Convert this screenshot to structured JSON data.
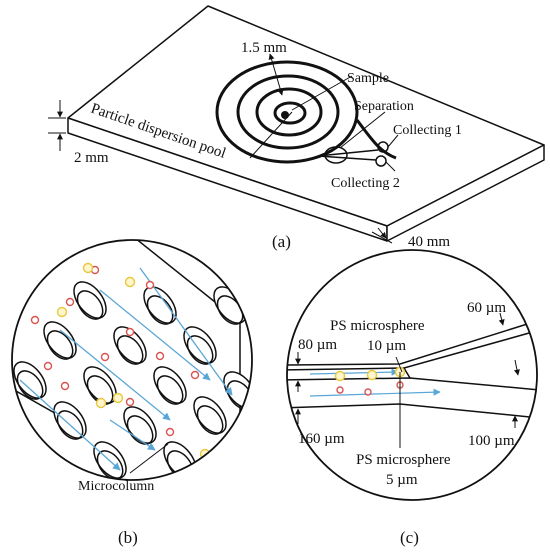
{
  "panel_a": {
    "label": "(a)",
    "dim_spiral_gap": "1.5 mm",
    "sample": "Sample",
    "separation": "Separation",
    "particle_pool": "Particle dispersion pool",
    "collecting_1": "Collecting 1",
    "collecting_2": "Collecting 2",
    "thickness": "2 mm",
    "width": "40 mm"
  },
  "panel_b": {
    "label": "(b)",
    "microcolumn": "Microcolumn"
  },
  "panel_c": {
    "label": "(c)",
    "ps_large": "PS microsphere",
    "ps_large_size": "10 µm",
    "ps_small": "PS microsphere",
    "ps_small_size": "5 µm",
    "w_60": "60 µm",
    "w_80": "80 µm",
    "w_160": "160 µm",
    "w_100": "100 µm"
  },
  "colors": {
    "line": "#111111",
    "flow_arrow": "#5aa6d6",
    "particle_small": "#d9534f",
    "particle_large": "#e8c840"
  }
}
